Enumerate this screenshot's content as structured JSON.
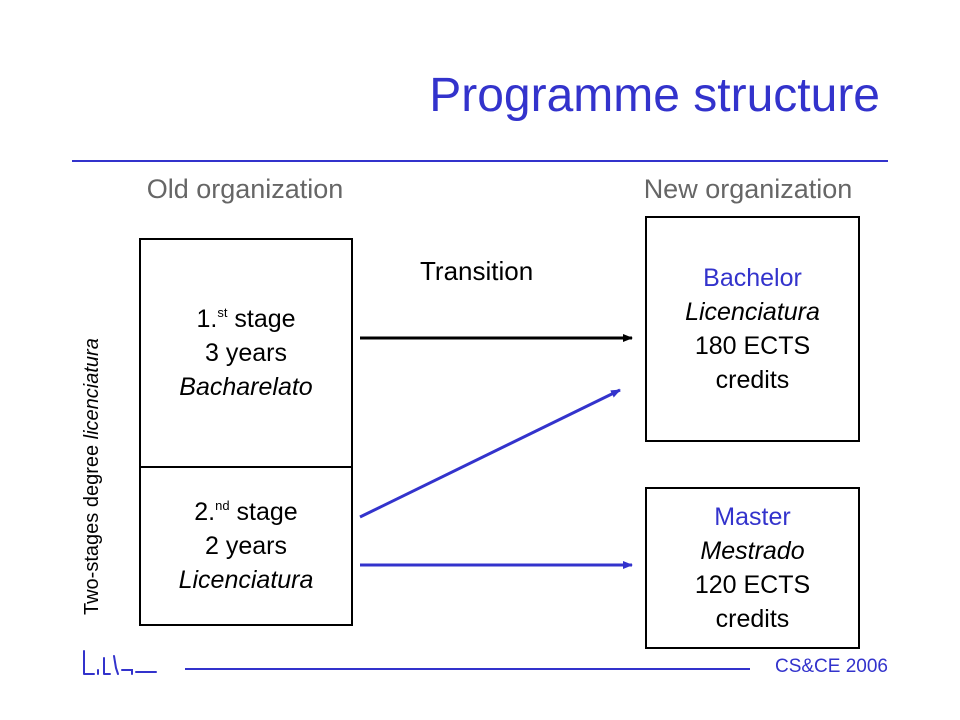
{
  "slide": {
    "title": "Programme structure",
    "old_heading": "Old organization",
    "new_heading": "New organization",
    "side_label": {
      "prefix": "Two-stages degree ",
      "italic": "licenciatura"
    },
    "transition_label": "Transition",
    "footer": "CS&CE 2006"
  },
  "old": {
    "stage1": {
      "num": "1.",
      "sup": "st",
      "word": " stage",
      "duration": "3 years",
      "degree": "Bacharelato"
    },
    "stage2": {
      "num": "2.",
      "sup": "nd",
      "word": " stage",
      "duration": "2 years",
      "degree": "Licenciatura"
    }
  },
  "new": {
    "bachelor": {
      "name": "Bachelor",
      "degree": "Licenciatura",
      "ects": "180 ECTS",
      "credits": "credits"
    },
    "master": {
      "name": "Master",
      "degree": "Mestrado",
      "ects": "120 ECTS",
      "credits": "credits"
    }
  },
  "colors": {
    "accent": "#3333cc",
    "heading_gray": "#666666",
    "arrow_black": "#000000"
  },
  "arrows": [
    {
      "from": "stage1",
      "to": "bachelor",
      "color": "#000000"
    },
    {
      "from": "stage2",
      "to": "bachelor",
      "color": "#3333cc"
    },
    {
      "from": "stage2",
      "to": "master",
      "color": "#3333cc"
    }
  ]
}
